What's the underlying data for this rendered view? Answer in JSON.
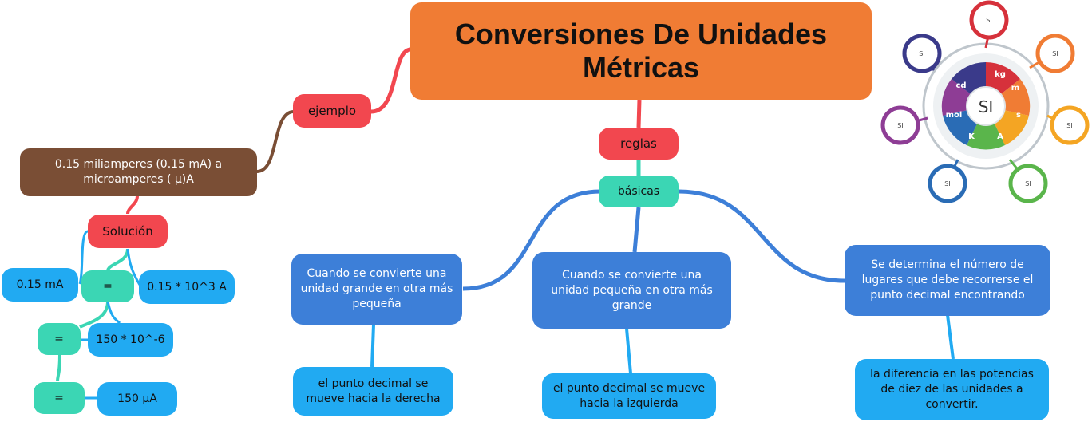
{
  "title": "Conversiones De Unidades Métricas",
  "ejemplo": {
    "label": "ejemplo",
    "problem": "0.15 miliamperes (0.15 mA) a microamperes ( μ)A",
    "solucion": "Solución",
    "items": [
      "0.15 mA",
      "=",
      "0.15 * 10^3 A",
      "=",
      "150 * 10^-6",
      "=",
      "150 μA"
    ]
  },
  "reglas": {
    "label": "reglas",
    "basicas": "básicas",
    "rules": [
      {
        "text": "Cuando se convierte una unidad grande en otra más pequeña",
        "detail": "el punto decimal se mueve hacia la derecha"
      },
      {
        "text": "Cuando se convierte una unidad pequeña en otra más grande",
        "detail": "el punto decimal se mueve hacia la izquierda"
      },
      {
        "text": "Se determina el número de lugares que debe recorrerse el punto decimal encontrando",
        "detail": "la diferencia en las potencias de diez de las unidades a convertir."
      }
    ]
  },
  "si_logo": {
    "center": "SI",
    "segments": [
      "kg",
      "m",
      "s",
      "A",
      "K",
      "mol",
      "cd"
    ],
    "satellite_label": "SI",
    "colors": [
      "#d6313b",
      "#f07c34",
      "#f4a523",
      "#5ab54b",
      "#2a6cb5",
      "#8e3d95",
      "#3a3a8a"
    ]
  },
  "colors": {
    "title": "#f07c34",
    "red": "#f2474f",
    "brown": "#7a4e35",
    "blue": "#3d7fd8",
    "sky": "#21aaf2",
    "teal": "#3bd6b4"
  }
}
